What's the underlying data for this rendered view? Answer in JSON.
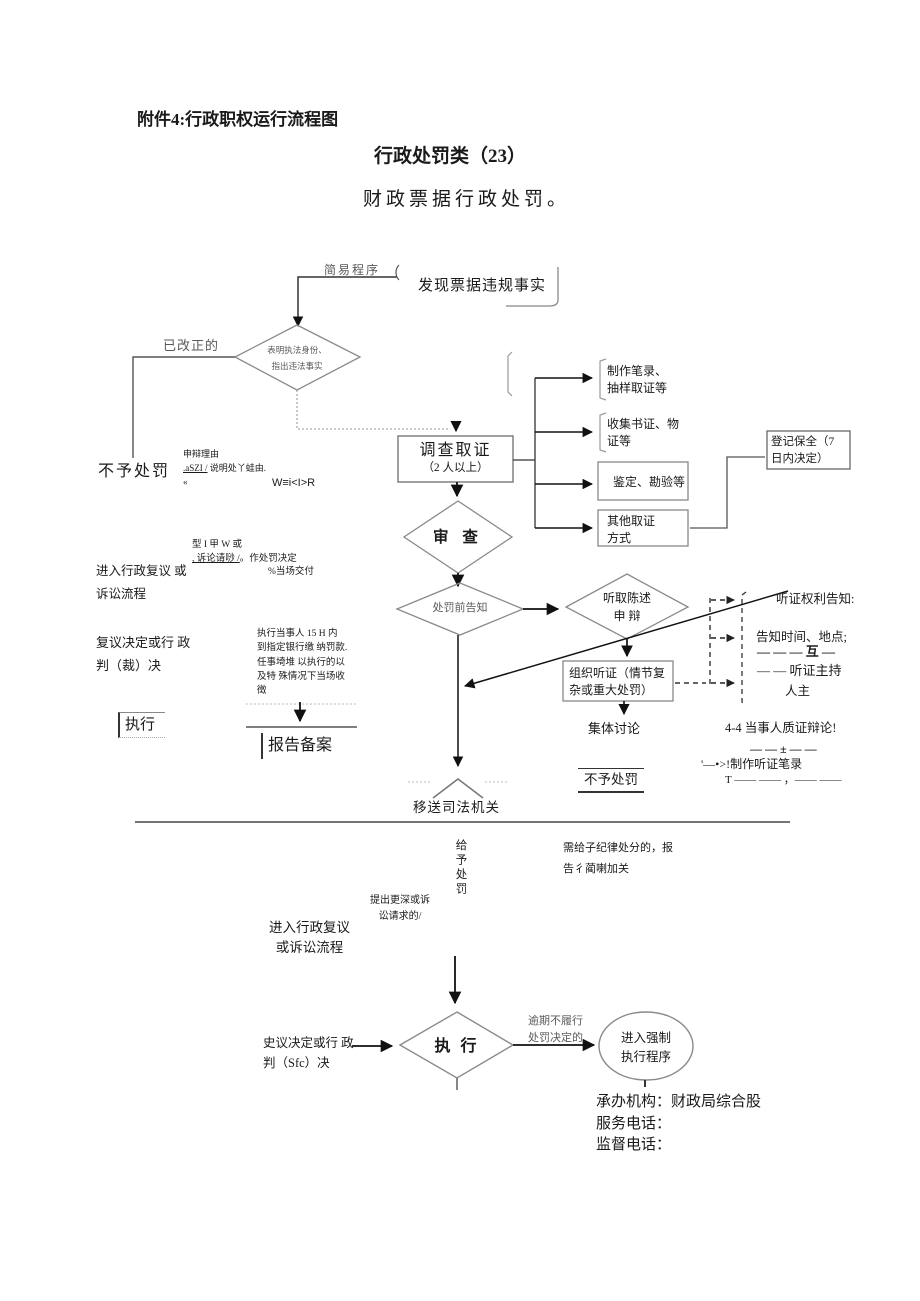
{
  "colors": {
    "ink": "#1a1a1a",
    "shape_line": "#8a8a8a",
    "arrow": "#111111"
  },
  "header": {
    "title": "附件4:行政职权运行流程图",
    "category": "行政处罚类（23）",
    "subject": "财政票据行政处罚。"
  },
  "top_flow": {
    "simple_procedure": "简易程序",
    "discover_fact": "发现票据违规事实",
    "corrected": "已改正的",
    "identity_diamond": "表明执法身份、\n指出违法事实"
  },
  "left_col": {
    "no_penalty": "不予处罚",
    "defense_l1": "申辩理由",
    "defense_l2a": ".aSZI /",
    "defense_l2b": " 说明处丫蛙由.",
    "defense_l3": "«",
    "w_mark": "W≡i<I>R",
    "enter_review": "进入行政复议 或\n诉讼流程",
    "decide_l1": "型 I 甲 W 或",
    "decide_l2a": ", 诉论请唦 /",
    "decide_l2b": "。作处罚决定",
    "onsite": "%当场交付",
    "ruling": "复议决定或行 政\n判（裁）决",
    "exec_note": "执行当事人 15 H 内\n到指定银行缴 纳罚款.\n任事埼堆 以执行的以\n及特 殊情况下当场收\n徵",
    "execute_box": "执行",
    "report_box": "报告备案"
  },
  "investigation": {
    "title": "调查取证",
    "subtitle": "（2 人以上）",
    "methods": [
      {
        "label": "制作笔录、\n抽样取证等"
      },
      {
        "label": "收集书证、物\n证等"
      },
      {
        "label": "鉴定、勘验等"
      },
      {
        "label": "其他取证\n方式"
      }
    ],
    "preservation": "登记保全（7\n日内决定）"
  },
  "mid_flow": {
    "audit": "审 查",
    "pre_notice": "处罚前告知",
    "statement": "听取陈述\n申 辩",
    "hearing_box": "组织听证（情节复\n杂或重大处罚）",
    "collective": "集体讨论",
    "no_penalty": "不予处罚",
    "transfer": "移送司法机关"
  },
  "hearing_right": {
    "rights": "听证权利告知:",
    "time_place": "告知时间、地点;",
    "dashes1": "— — — 互 —",
    "dashes2": "— —  听证主持",
    "host": "人主",
    "debate": "4-4 当事人质证辩论!",
    "dashes3": "— — ± — —",
    "record": "'—•>!制作听证笔录",
    "dashes4": "T —— ——  ，—— ——"
  },
  "lower_flow": {
    "give_penalty": "给予处罚",
    "discipline": "需给子纪律处分的，报\n告彳蔺喇加关",
    "appeal_note": "提出更深或诉\n讼请求的/",
    "enter_review": "进入行政复议\n或诉讼流程",
    "ruling": "史议决定或行 政\n判（Sfc）决",
    "execute": "执 行",
    "overdue": "逾期不履行\n处罚决定的",
    "compulsory": "进入强制\n执行程序"
  },
  "footer": {
    "agency": "承办机构：财政局综合股",
    "service_phone": "服务电话：",
    "supervision_phone": "监督电话："
  }
}
